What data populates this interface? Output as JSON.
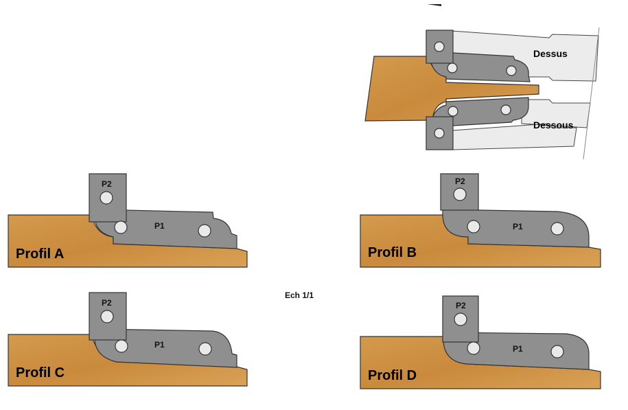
{
  "top_view": {
    "upper_label": "Dessus",
    "lower_label": "Dessous"
  },
  "scale_label": "Ech 1/1",
  "knife_labels": {
    "p1": "P1",
    "p2": "P2"
  },
  "profiles": [
    {
      "name": "Profil A"
    },
    {
      "name": "Profil B"
    },
    {
      "name": "Profil C"
    },
    {
      "name": "Profil D"
    }
  ],
  "colors": {
    "wood": "#cf9245",
    "knife": "#8f8f8f",
    "body": "#ececec"
  }
}
